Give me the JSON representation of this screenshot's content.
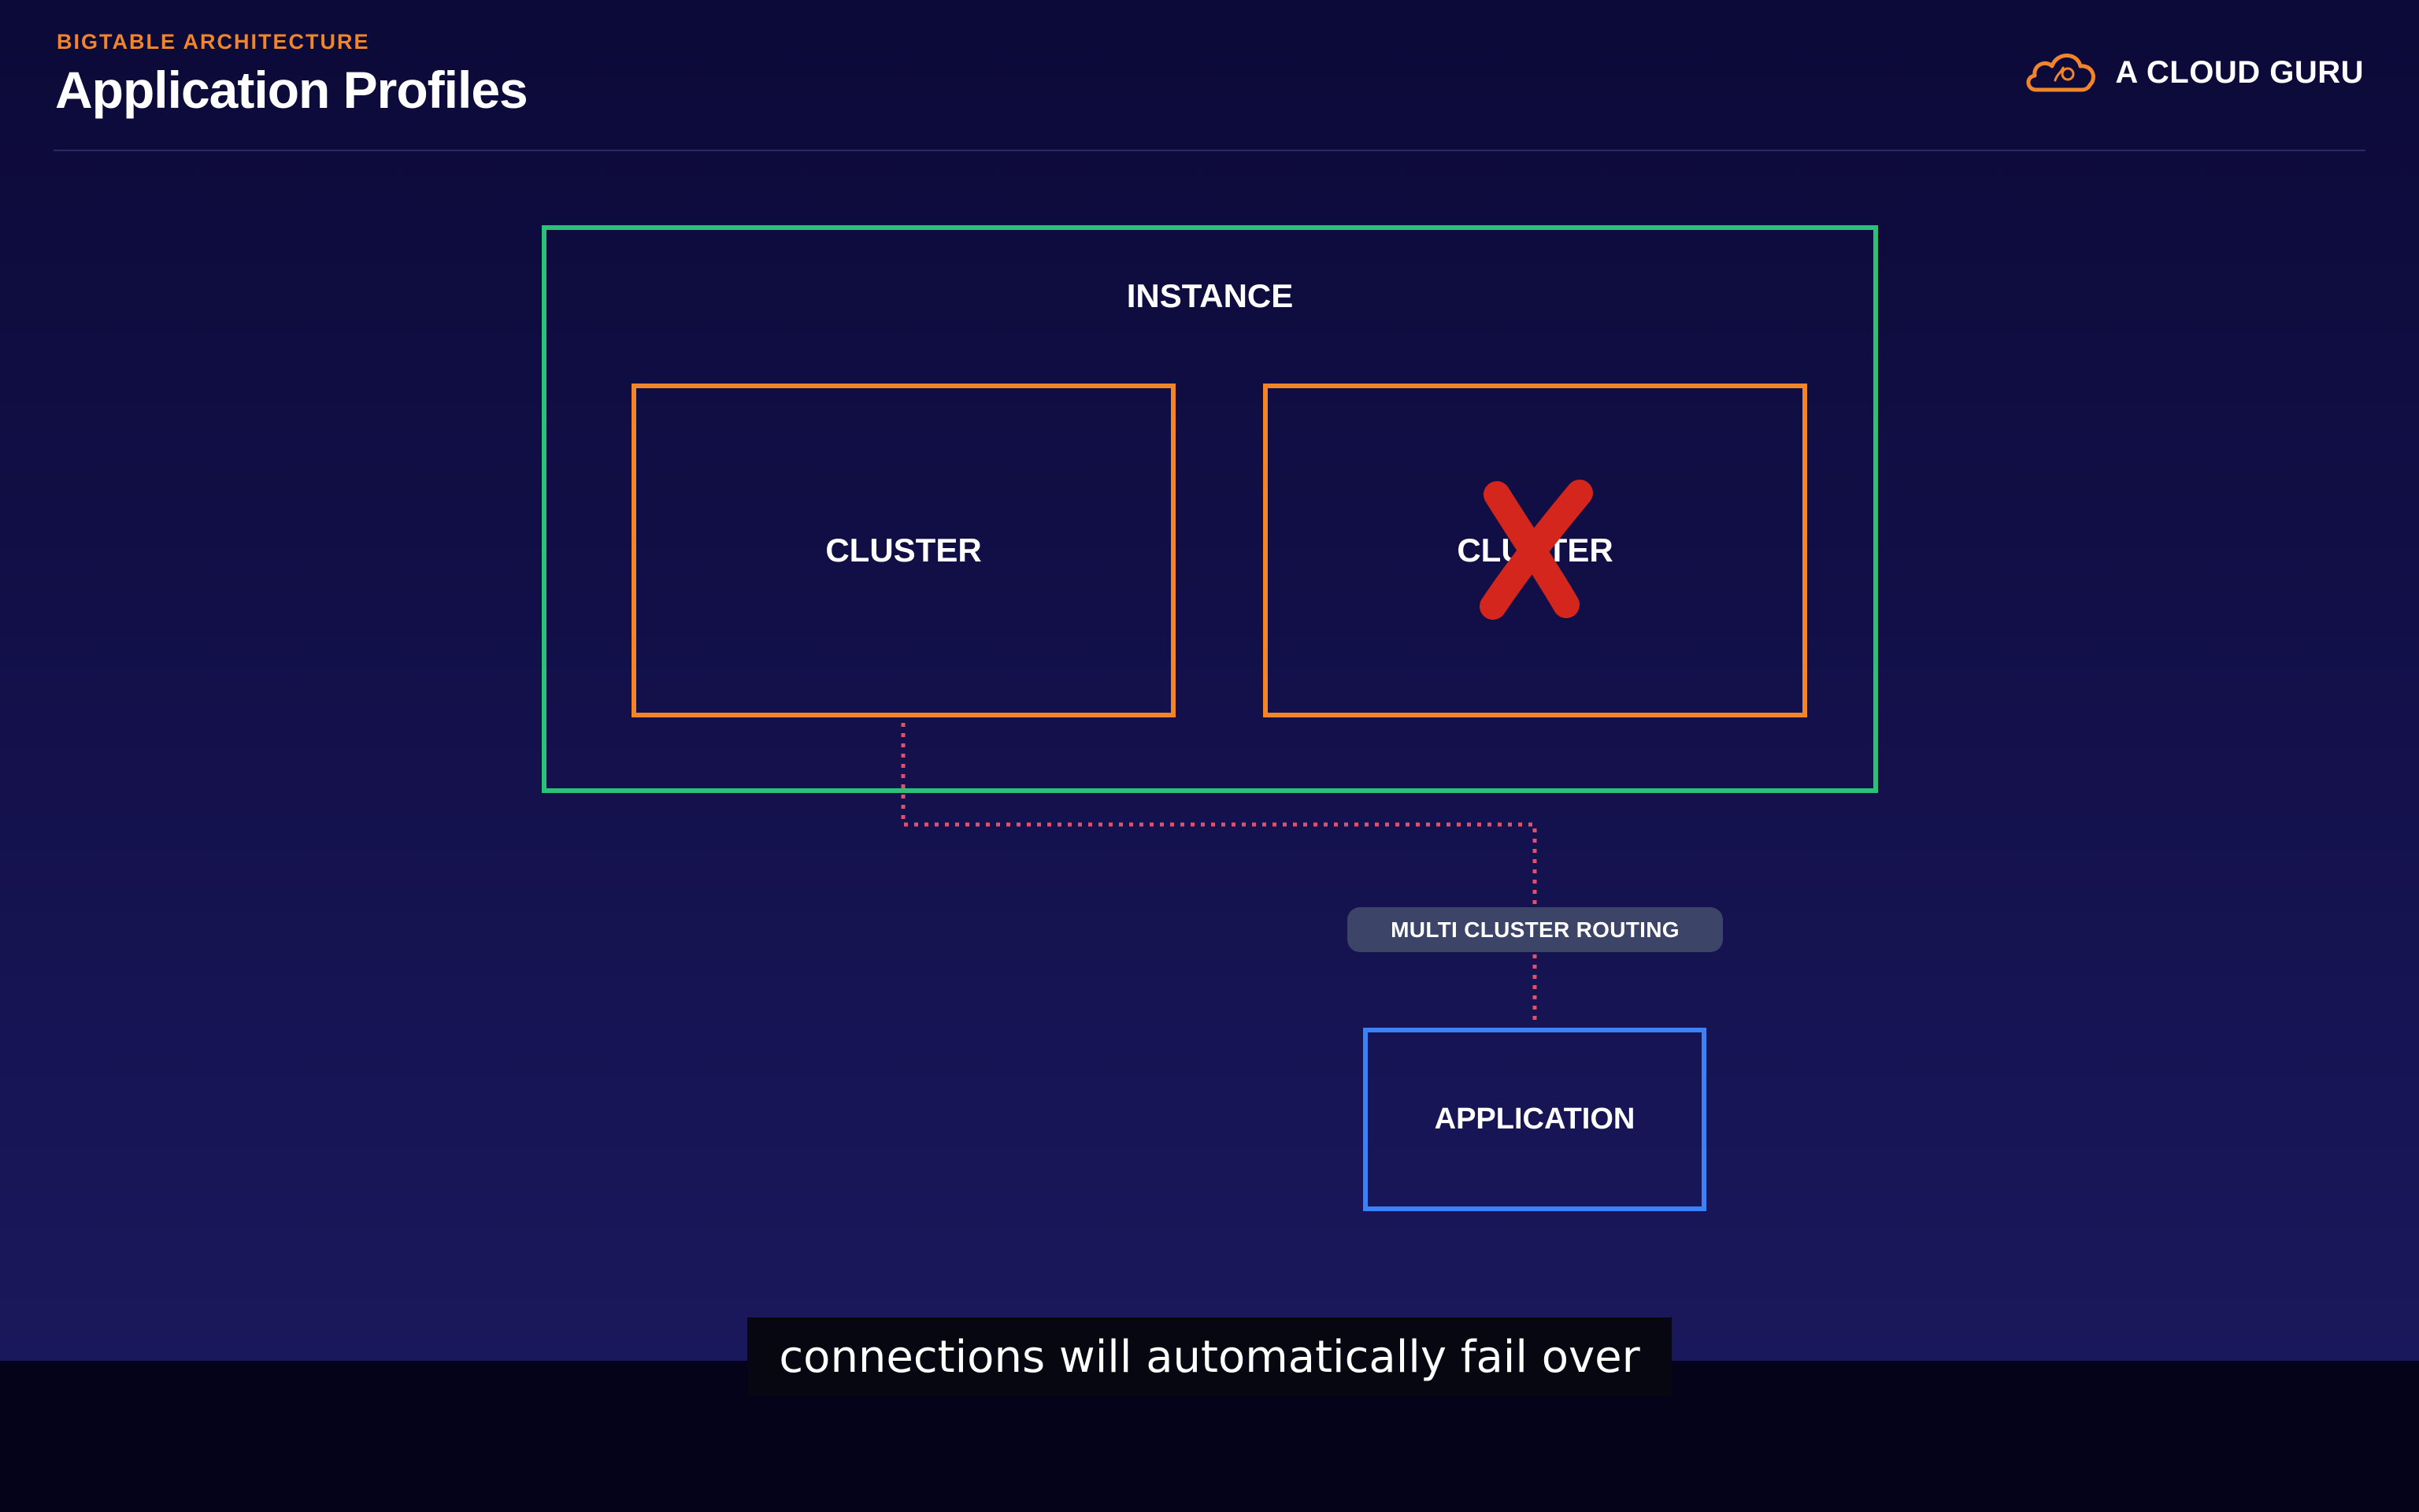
{
  "header": {
    "kicker": "BIGTABLE ARCHITECTURE",
    "title": "Application Profiles",
    "brand_name": "A CLOUD GURU"
  },
  "diagram": {
    "instance_label": "INSTANCE",
    "clusters": [
      {
        "label": "CLUSTER",
        "status": "healthy"
      },
      {
        "label": "CLUSTER",
        "status": "failed"
      }
    ],
    "routing_label": "MULTI CLUSTER ROUTING",
    "application_label": "APPLICATION"
  },
  "caption": {
    "text": "connections will automatically fail over"
  },
  "colors": {
    "accent_orange": "#f0852b",
    "instance_green": "#2bc277",
    "application_blue": "#3b82f6",
    "wire_red": "#e0526a",
    "failure_red": "#d4261c"
  },
  "icons": {
    "brand_logo": "cloud-logo-icon",
    "failure_mark": "x-mark-icon"
  }
}
